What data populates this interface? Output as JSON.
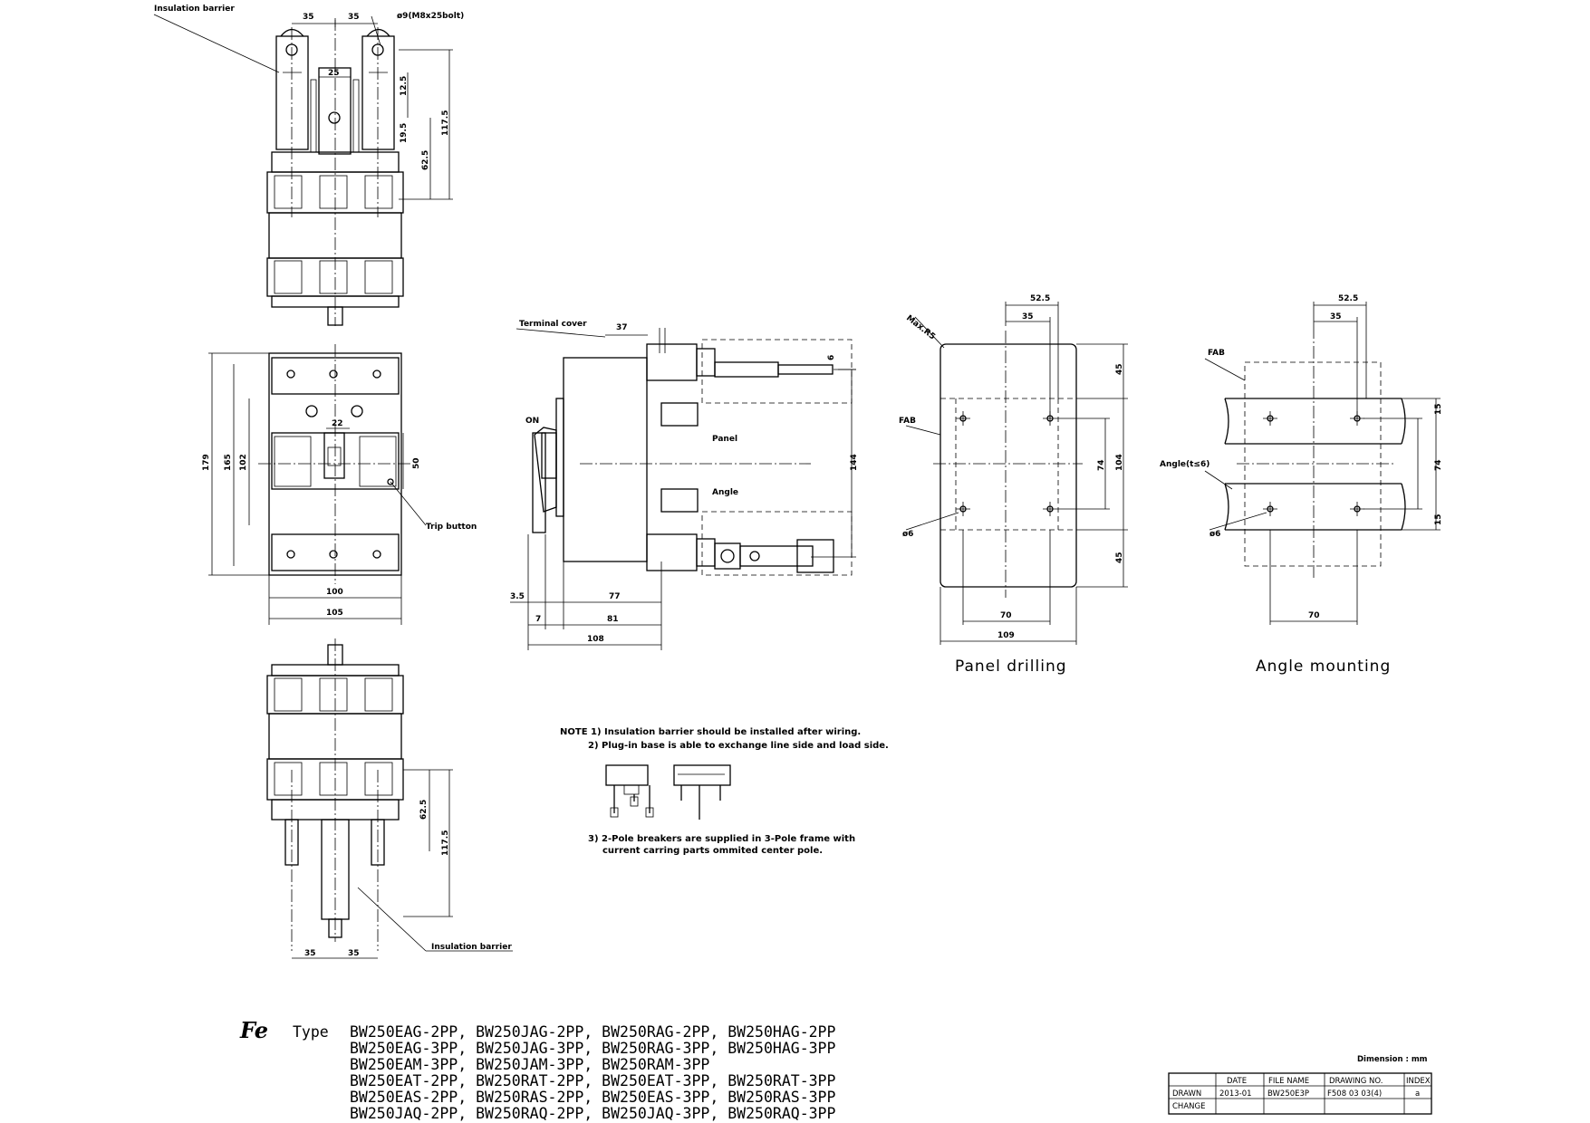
{
  "labels": {
    "insulation_barrier_top": "Insulation barrier",
    "insulation_barrier_bottom": "Insulation barrier",
    "bolt": "ø9(M8x25bolt)",
    "terminal_cover": "Terminal cover",
    "on": "ON",
    "panel": "Panel",
    "angle": "Angle",
    "trip_button": "Trip button",
    "max_r5": "Max.R5",
    "fab_1": "FAB",
    "fab_2": "FAB",
    "phi6_1": "ø6",
    "phi6_2": "ø6",
    "angle_t": "Angle(t≤6)"
  },
  "dims": {
    "top_35a": "35",
    "top_35b": "35",
    "top_25": "25",
    "top_12_5": "12.5",
    "top_19_5": "19.5",
    "top_62_5": "62.5",
    "top_117_5": "117.5",
    "front_179": "179",
    "front_165": "165",
    "front_102": "102",
    "front_50": "50",
    "front_22": "22",
    "front_100": "100",
    "front_105": "105",
    "bot_62_5": "62.5",
    "bot_117_5": "117.5",
    "bot_35a": "35",
    "bot_35b": "35",
    "side_37": "37",
    "side_6": "6",
    "side_144": "144",
    "side_3_5": "3.5",
    "side_77": "77",
    "side_7": "7",
    "side_81": "81",
    "side_108": "108",
    "pd_52_5": "52.5",
    "pd_35": "35",
    "pd_45a": "45",
    "pd_104": "104",
    "pd_74": "74",
    "pd_45b": "45",
    "pd_70": "70",
    "pd_109": "109",
    "am_52_5": "52.5",
    "am_35": "35",
    "am_15a": "15",
    "am_74": "74",
    "am_15b": "15",
    "am_70": "70"
  },
  "captions": {
    "panel_drilling": "Panel drilling",
    "angle_mounting": "Angle mounting"
  },
  "notes": {
    "n1": "NOTE 1) Insulation barrier should be installed after wiring.",
    "n2": "2) Plug-in base is able to exchange line side and load side.",
    "n3a": "3) 2-Pole breakers are supplied in 3-Pole frame with",
    "n3b": "current carring parts ommited center pole."
  },
  "type_block": {
    "label": "Type",
    "lines": [
      "BW250EAG-2PP, BW250JAG-2PP, BW250RAG-2PP, BW250HAG-2PP",
      "BW250EAG-3PP, BW250JAG-3PP, BW250RAG-3PP, BW250HAG-3PP",
      "BW250EAM-3PP, BW250JAM-3PP, BW250RAM-3PP",
      "BW250EAT-2PP, BW250RAT-2PP, BW250EAT-3PP, BW250RAT-3PP",
      "BW250EAS-2PP, BW250RAS-2PP, BW250EAS-3PP, BW250RAS-3PP",
      "BW250JAQ-2PP, BW250RAQ-2PP, BW250JAQ-3PP, BW250RAQ-3PP"
    ]
  },
  "title_block": {
    "dimension": "Dimension : mm",
    "headers": [
      "DATE",
      "FILE NAME",
      "DRAWING NO.",
      "INDEX"
    ],
    "row_drawn": [
      "DRAWN",
      "2013-01",
      "BW250E3P",
      "F508 03 03(4)",
      "a"
    ],
    "row_change": [
      "CHANGE",
      "",
      "",
      "",
      ""
    ]
  }
}
